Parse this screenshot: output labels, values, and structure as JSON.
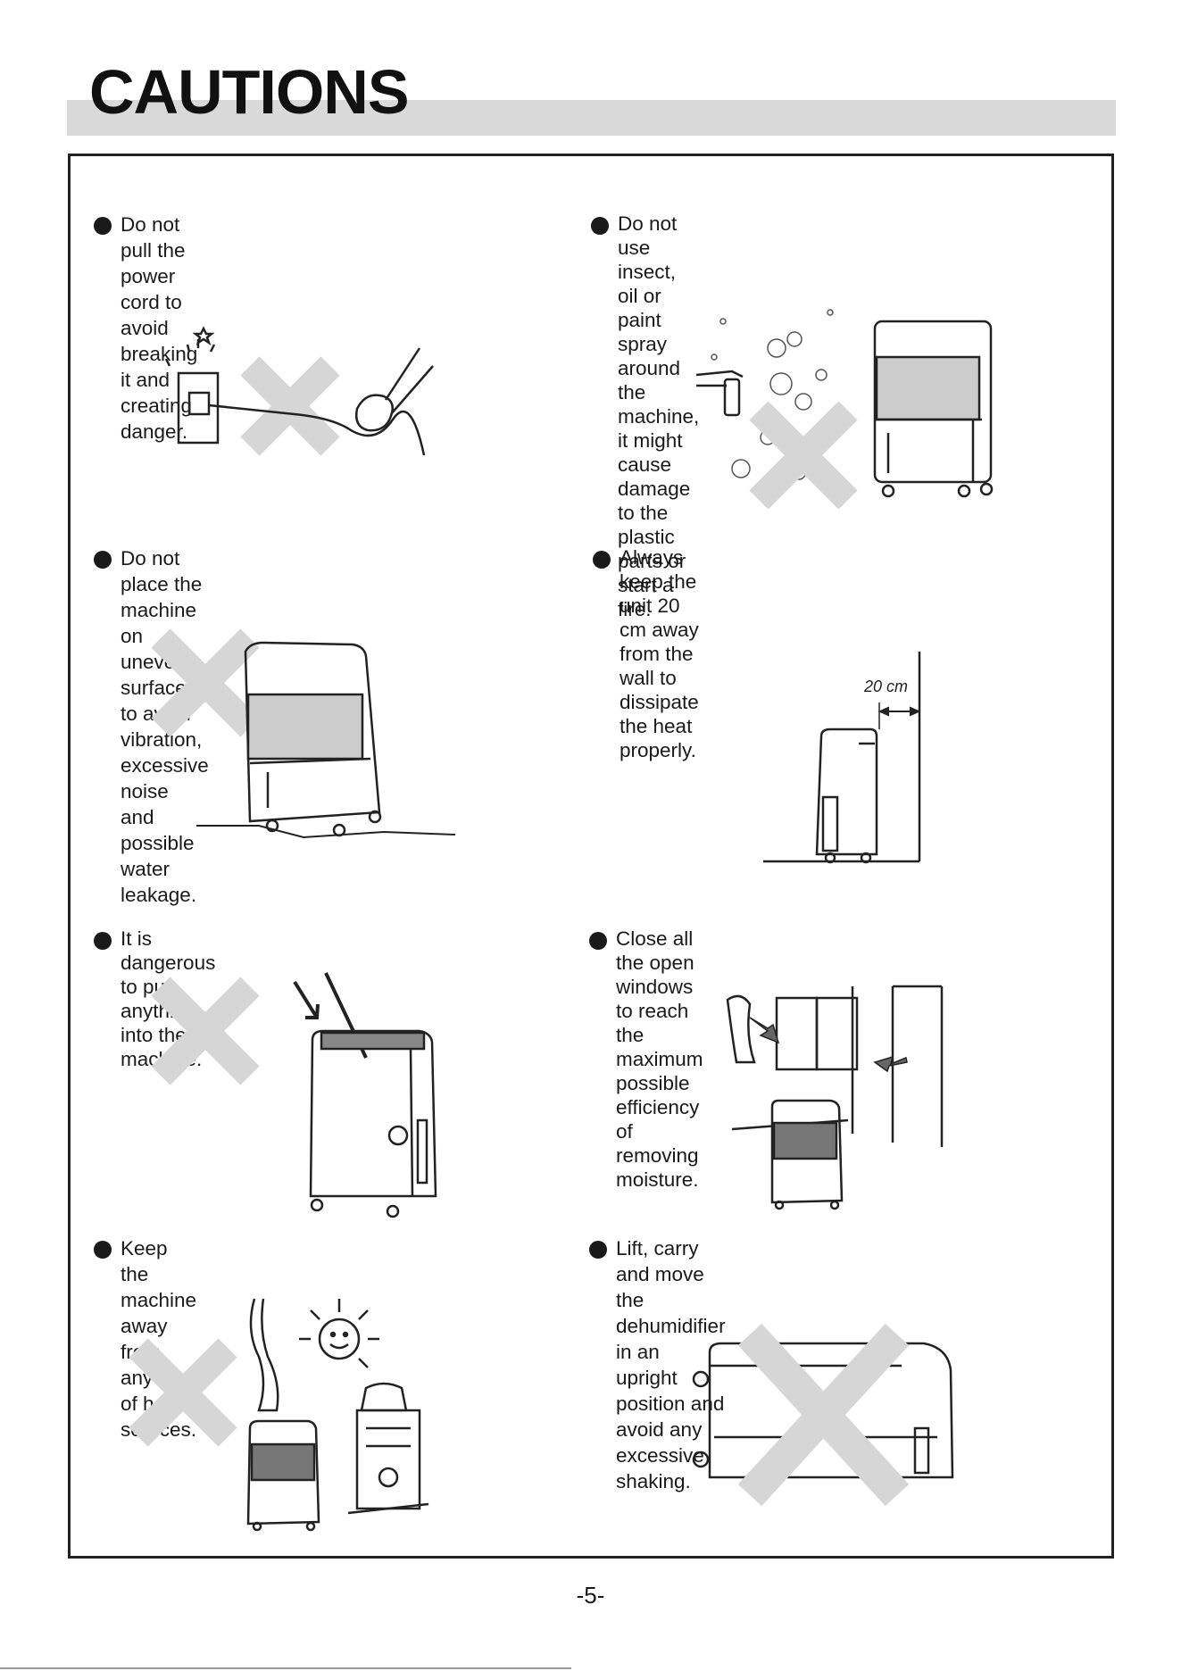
{
  "page": {
    "title": "CAUTIONS",
    "page_number": "-5-"
  },
  "cautions": [
    {
      "text": "Do not pull the power cord to avoid breaking\nit and creating danger."
    },
    {
      "text": "Do not use insect, oil or paint spray around the\nmachine, it might cause damage to the plastic\nparts or start a fire."
    },
    {
      "text": "Do not place the machine on uneven surface\nto avoid vibration, excessive noise\nand possible water leakage."
    },
    {
      "text": "Always keep the unit 20 cm away from the\nwall to dissipate the heat properly."
    },
    {
      "text": "It is dangerous to put anything into the\nmachine."
    },
    {
      "text": "Close all the open windows to reach the maximum\npossible efficiency of removing moisture."
    },
    {
      "text": "Keep the machine away from any type of heat\nsources."
    },
    {
      "text": "Lift, carry and move the dehumidifier in an upright\nposition and avoid any excessive shaking."
    }
  ],
  "illustrations": {
    "wall_distance_label": "20 cm"
  },
  "colors": {
    "title_band": "#d9d9d9",
    "cross_mark": "#d6d6d6",
    "line_art": "#222222"
  }
}
